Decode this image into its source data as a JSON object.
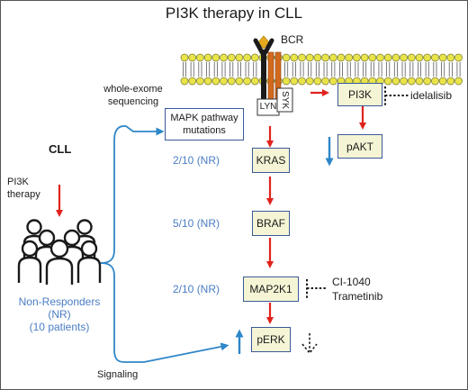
{
  "title": "PI3K therapy in CLL",
  "receptor": {
    "bcr_label": "BCR",
    "lyn_label": "LYN",
    "syk_label": "SYK"
  },
  "left": {
    "cll_label": "CLL",
    "therapy_line1": "PI3K",
    "therapy_line2": "therapy",
    "nr_line1": "Non-Responders",
    "nr_line2": "(NR)",
    "nr_line3": "(10 patients)"
  },
  "branches": {
    "wes_line1": "whole-exome",
    "wes_line2": "sequencing",
    "signaling_label": "Signaling"
  },
  "mapk_box": {
    "line1": "MAPK pathway",
    "line2": "mutations"
  },
  "nodes": {
    "pi3k": "PI3K",
    "pakt": "pAKT",
    "kras": "KRAS",
    "braf": "BRAF",
    "map2k1": "MAP2K1",
    "perk": "pERK"
  },
  "counts": {
    "kras": "2/10 (NR)",
    "braf": "5/10 (NR)",
    "map2k1": "2/10 (NR)"
  },
  "inhibitors": {
    "idelalisib": "idelalisib",
    "ci1040": "CI-1040",
    "trametinib": "Trametinib"
  },
  "colors": {
    "red_arrow": "#e0221c",
    "blue_arrow": "#2e86c8",
    "box_fill": "#f5f5d6",
    "box_border": "#3a5a98",
    "count_text": "#4a7dc4",
    "membrane": "#e8e44a",
    "receptor_orange": "#d2691e",
    "ligand": "#e6a91e"
  }
}
